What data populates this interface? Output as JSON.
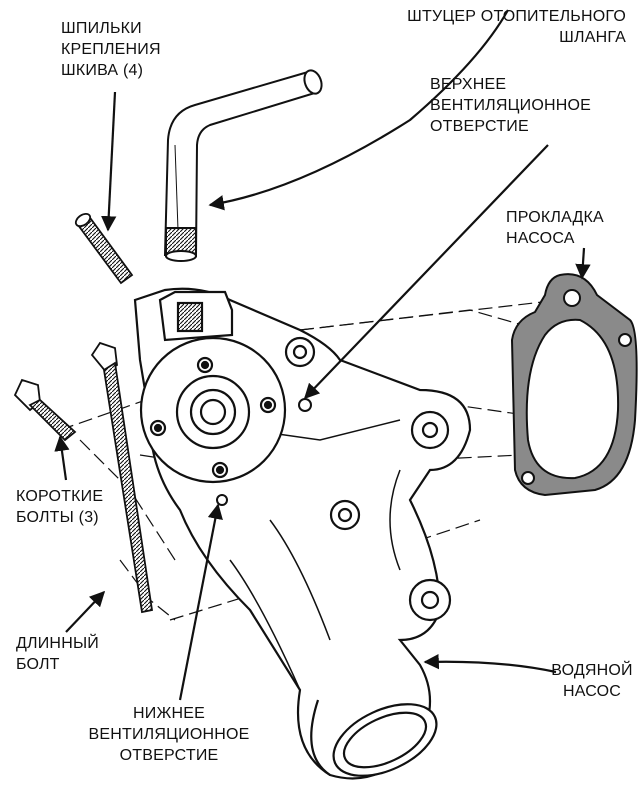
{
  "labels": {
    "pulley_studs": [
      "ШПИЛЬКИ",
      "КРЕПЛЕНИЯ",
      "ШКИВА (4)"
    ],
    "heater_fitting": [
      "ШТУЦЕР ОТОПИТЕЛЬНОГО",
      "ШЛАНГА"
    ],
    "upper_vent": [
      "ВЕРХНЕЕ",
      "ВЕНТИЛЯЦИОННОЕ",
      "ОТВЕРСТИЕ"
    ],
    "pump_gasket": [
      "ПРОКЛАДКА",
      "НАСОСА"
    ],
    "short_bolts": [
      "КОРОТКИЕ",
      "БОЛТЫ (3)"
    ],
    "long_bolt": [
      "ДЛИННЫЙ",
      "БОЛТ"
    ],
    "water_pump": [
      "ВОДЯНОЙ",
      "НАСОС"
    ],
    "lower_vent": [
      "НИЖНЕЕ",
      "ВЕНТИЛЯЦИОННОЕ",
      "ОТВЕРСТИЕ"
    ]
  },
  "colors": {
    "ink": "#111111",
    "paper": "#ffffff",
    "gasket_fill": "#8a8a8a"
  }
}
